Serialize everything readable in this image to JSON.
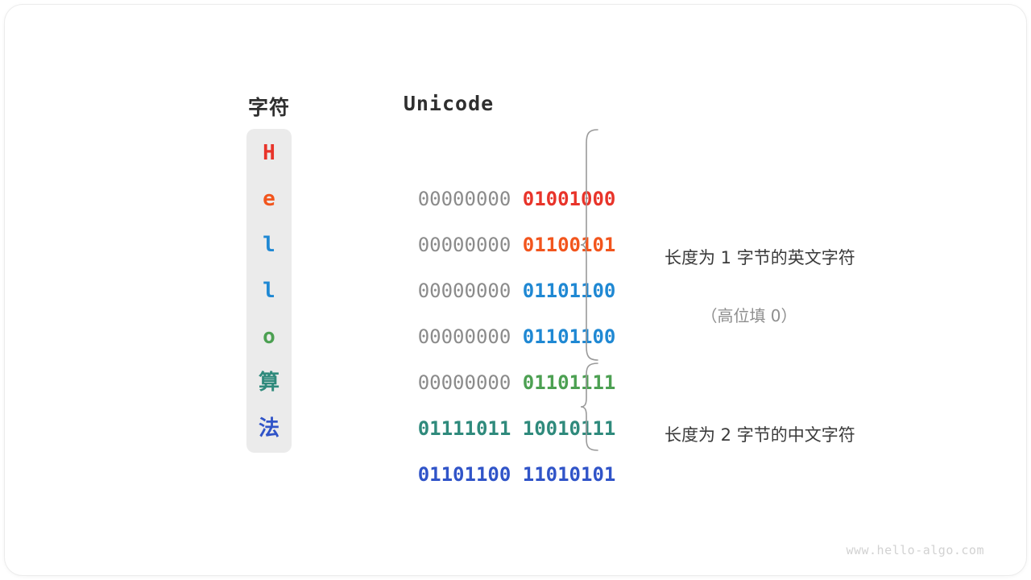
{
  "figure": {
    "headers": {
      "character": "字符",
      "unicode": "Unicode"
    },
    "rows": [
      {
        "char": "H",
        "high_byte": "00000000",
        "low_byte": "01001000",
        "color": "#e8342a",
        "cjk": false
      },
      {
        "char": "e",
        "high_byte": "00000000",
        "low_byte": "01100101",
        "color": "#f2551d",
        "cjk": false
      },
      {
        "char": "l",
        "high_byte": "00000000",
        "low_byte": "01101100",
        "color": "#1f88d3",
        "cjk": false
      },
      {
        "char": "l",
        "high_byte": "00000000",
        "low_byte": "01101100",
        "color": "#1f88d3",
        "cjk": false
      },
      {
        "char": "o",
        "high_byte": "00000000",
        "low_byte": "01101111",
        "color": "#4ca052",
        "cjk": false
      },
      {
        "char": "算",
        "high_byte": "01111011",
        "low_byte": "10010111",
        "color": "#2f8a7c",
        "cjk": true
      },
      {
        "char": "法",
        "high_byte": "01101100",
        "low_byte": "11010101",
        "color": "#3054c8",
        "cjk": true
      }
    ],
    "annotations": [
      {
        "main": "长度为 1 字节的英文字符",
        "sub": "（高位填 0）"
      },
      {
        "main": "长度为 2 字节的中文字符",
        "sub": ""
      }
    ],
    "watermark": "www.hello-algo.com",
    "palette": {
      "column_background": "#ebebeb",
      "high_byte_gray": "#8b8b8b",
      "brace_gray": "#9a9a9a",
      "annotation_text": "#3a3a3a",
      "annotation_sub_text": "#8e8e8e",
      "watermark": "#d2d2d2"
    }
  }
}
